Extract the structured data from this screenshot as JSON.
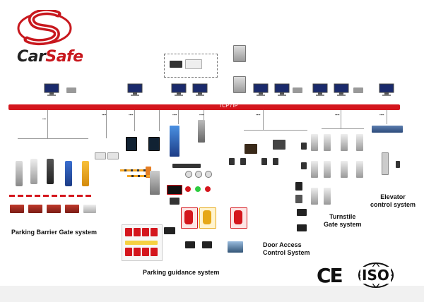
{
  "brand": {
    "part1": "Car",
    "part2": "Safe"
  },
  "network": {
    "bus_label": "TCP / IP"
  },
  "systems": {
    "parking_barrier": "Parking Barrier Gate system",
    "parking_guidance": "Parking guidance system",
    "door_access": "Door Access\nControl System",
    "turnstile": "Turnstile\nGate system",
    "elevator": "Elevator\ncontrol system"
  },
  "certifications": {
    "ce": "CE",
    "iso": "ISO"
  },
  "colors": {
    "bus": "#d4161d",
    "brand_red": "#c8181e"
  }
}
